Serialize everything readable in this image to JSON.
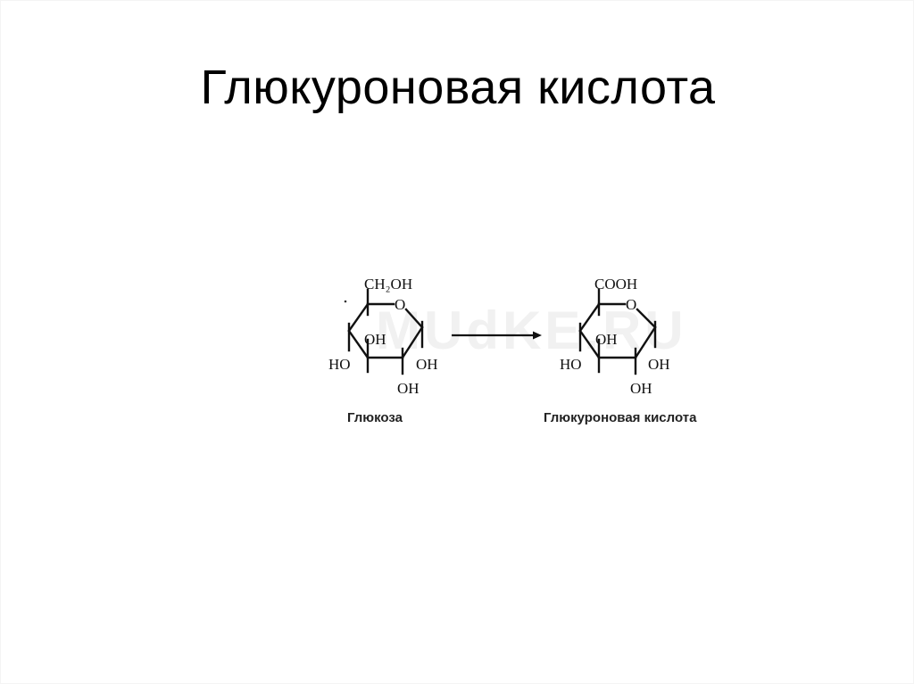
{
  "slide": {
    "title": "Глюкуроновая кислота",
    "background": "#ffffff",
    "text_color": "#000000"
  },
  "figure": {
    "watermark": "MUdKE.RU",
    "reaction_arrow": "right-arrow",
    "reactant": {
      "name": "Глюкоза",
      "substituents": {
        "c6": "CH₂OH",
        "ring_oxygen": "O",
        "c3_up": "OH",
        "c4": "HO",
        "c1": "OH",
        "c2": "OH"
      }
    },
    "product": {
      "name": "Глюкуроновая кислота",
      "substituents": {
        "c6": "COOH",
        "ring_oxygen": "O",
        "c3_up": "OH",
        "c4": "HO",
        "c1": "OH",
        "c2": "OH"
      }
    }
  }
}
